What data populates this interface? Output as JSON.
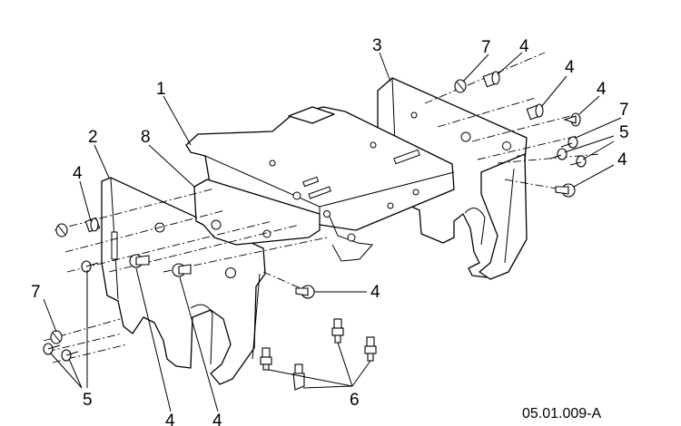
{
  "diagram": {
    "figure_id": "05.01.009-A",
    "callouts": [
      "1",
      "2",
      "3",
      "4",
      "5",
      "6",
      "7",
      "8"
    ]
  }
}
